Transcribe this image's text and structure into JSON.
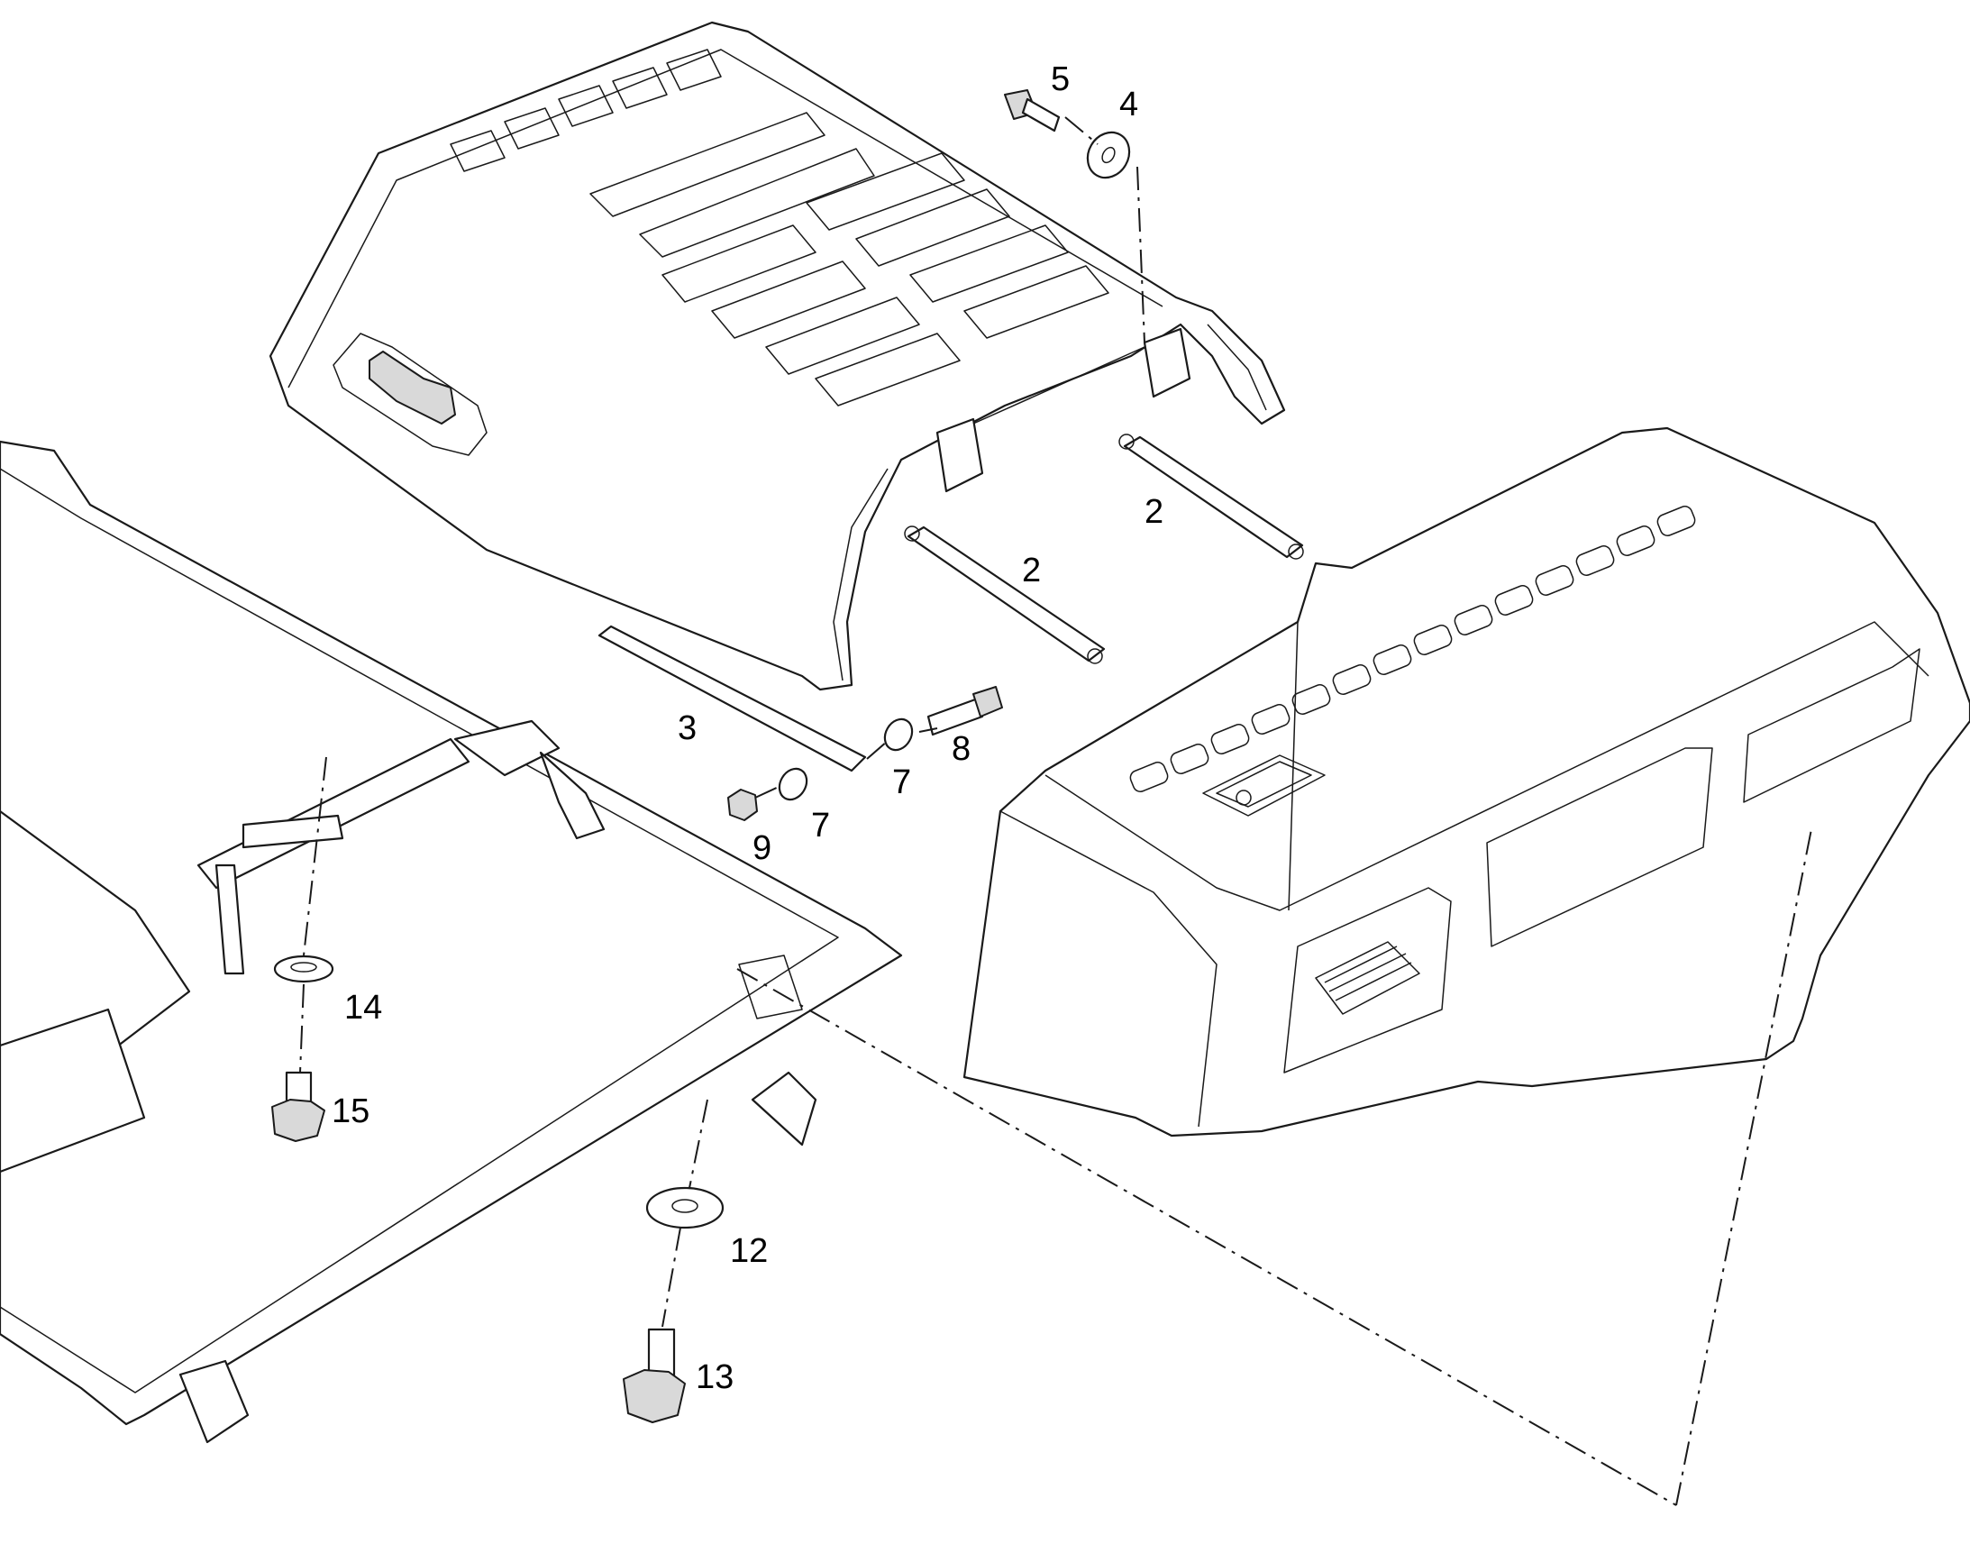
{
  "diagram": {
    "callouts": [
      {
        "id": "c5",
        "text": "5"
      },
      {
        "id": "c4",
        "text": "4"
      },
      {
        "id": "c2a",
        "text": "2"
      },
      {
        "id": "c2b",
        "text": "2"
      },
      {
        "id": "c3",
        "text": "3"
      },
      {
        "id": "c7a",
        "text": "7"
      },
      {
        "id": "c7b",
        "text": "7"
      },
      {
        "id": "c8",
        "text": "8"
      },
      {
        "id": "c9",
        "text": "9"
      },
      {
        "id": "c14",
        "text": "14"
      },
      {
        "id": "c15",
        "text": "15"
      },
      {
        "id": "c12",
        "text": "12"
      },
      {
        "id": "c13",
        "text": "13"
      }
    ]
  },
  "colors": {
    "line": "#1a1a1a",
    "fill_light": "#ffffff",
    "fill_gray": "#d9d9d9",
    "fill_dark": "#8a8a8a"
  }
}
